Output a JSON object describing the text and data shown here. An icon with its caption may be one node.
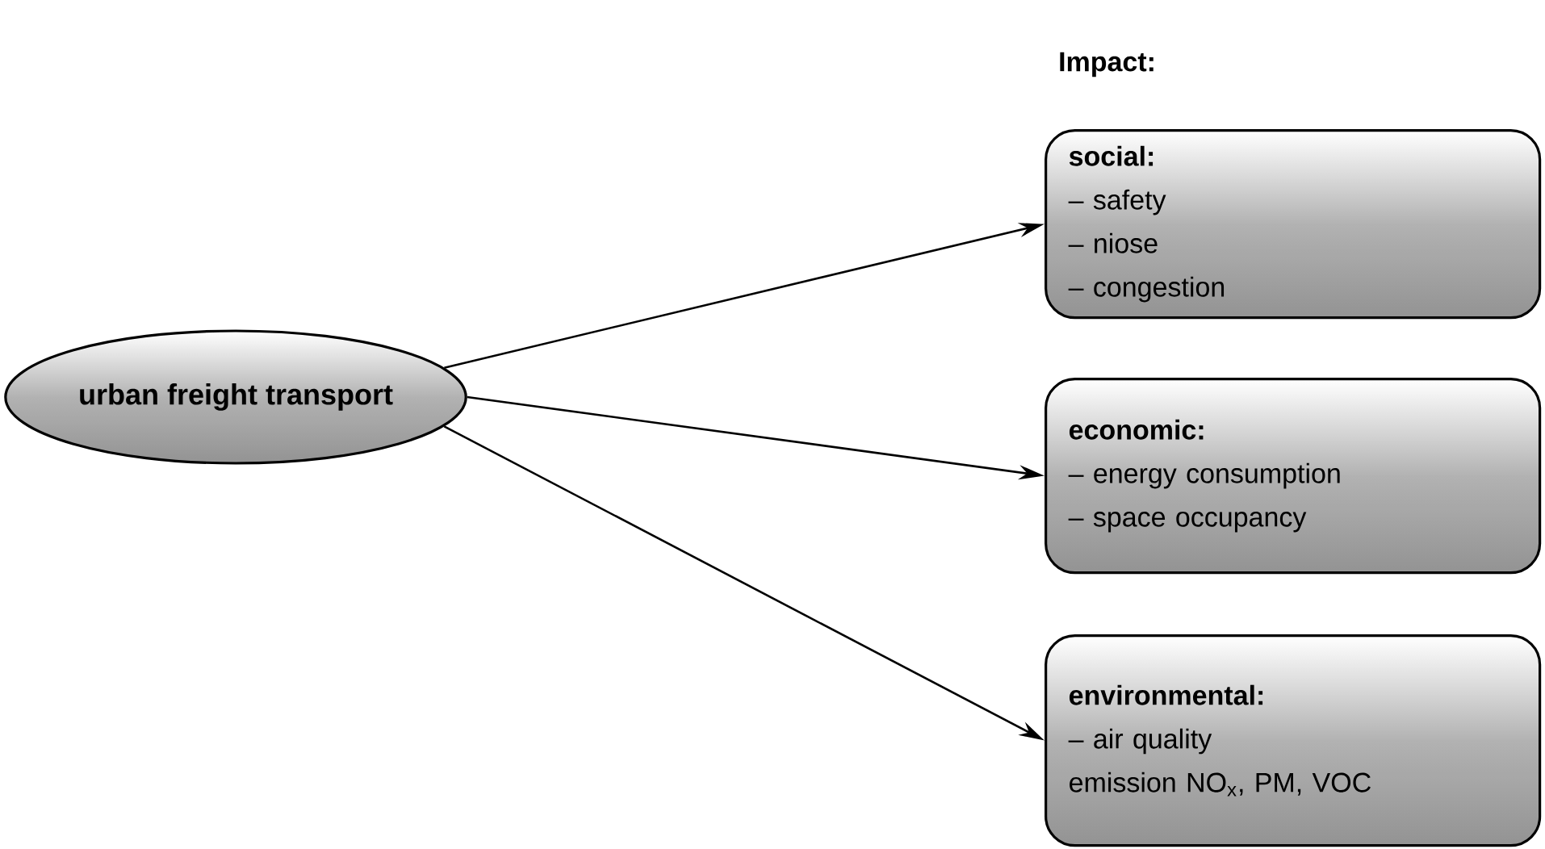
{
  "diagram": {
    "nodes": [
      {
        "text": [
          "urban freight transport"
        ]
      },
      {
        "text": [
          "social:",
          "– safety",
          "– niose",
          "– congestion"
        ]
      },
      {
        "text": [
          "economic:",
          "– energy consumption",
          "– space occupancy"
        ]
      },
      {
        "text": [
          "environmental:",
          "– air quality",
          "emission NO$_{x}$, PM, VOC"
        ]
      }
    ],
    "edges": [
      {
        "from": 0,
        "to": 1,
        "arrow": "to"
      },
      {
        "from": 0,
        "to": 2,
        "arrow": "to"
      },
      {
        "from": 0,
        "to": 3,
        "arrow": "to"
      }
    ],
    "labels": [
      "Impact:"
    ]
  }
}
